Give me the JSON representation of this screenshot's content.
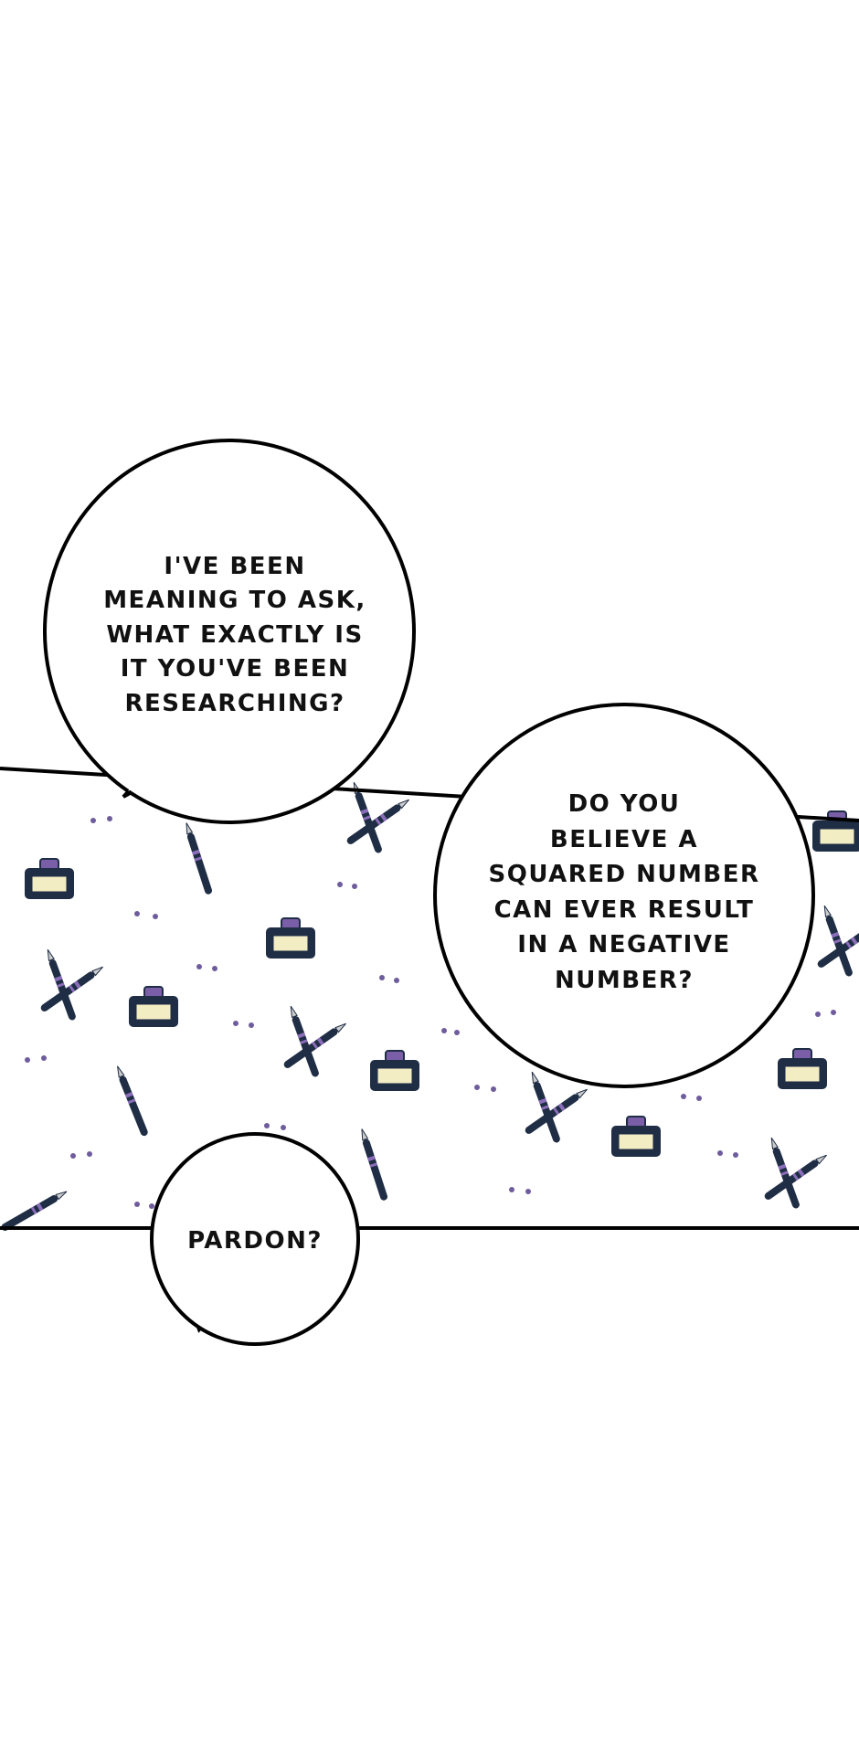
{
  "bubbles": [
    {
      "speaker": "left",
      "lines": [
        "I'VE BEEN",
        "MEANING TO ASK,",
        "WHAT EXACTLY IS",
        "IT YOU'VE BEEN",
        "RESEARCHING?"
      ]
    },
    {
      "speaker": "right",
      "lines": [
        "DO YOU",
        "BELIEVE A",
        "SQUARED NUMBER",
        "CAN EVER RESULT",
        "IN A NEGATIVE",
        "NUMBER?"
      ]
    },
    {
      "speaker": "left",
      "lines": [
        "PARDON?"
      ]
    }
  ],
  "colors": {
    "ink": "#1f2d45",
    "label": "#f3edc4",
    "dot": "#6f5c9c",
    "cap": "#7b5ea8",
    "pen_band": "#8a6db8"
  }
}
